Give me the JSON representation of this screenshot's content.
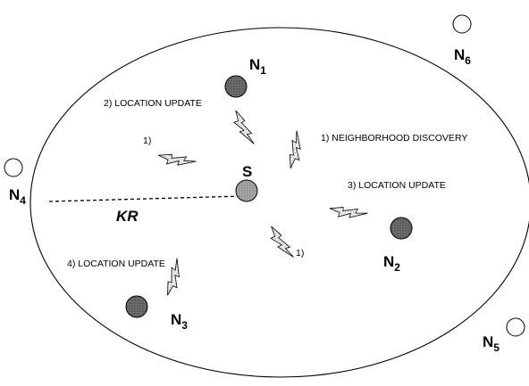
{
  "diagram": {
    "source_node": {
      "label": "S"
    },
    "nodes": [
      {
        "id": "n1",
        "label": "N",
        "sub": "1",
        "state": "inside"
      },
      {
        "id": "n2",
        "label": "N",
        "sub": "2",
        "state": "inside"
      },
      {
        "id": "n3",
        "label": "N",
        "sub": "3",
        "state": "inside"
      },
      {
        "id": "n4",
        "label": "N",
        "sub": "4",
        "state": "outside"
      },
      {
        "id": "n5",
        "label": "N",
        "sub": "5",
        "state": "outside"
      },
      {
        "id": "n6",
        "label": "N",
        "sub": "6",
        "state": "outside"
      }
    ],
    "radius_label": "KR",
    "messages": {
      "neighborhood_discovery": "1) NEIGHBORHOOD DISCOVERY",
      "discovery_left": "1)",
      "discovery_bottom": "1)",
      "update_n1": "2) LOCATION UPDATE",
      "update_n2": "3) LOCATION UPDATE",
      "update_n3": "4) LOCATION UPDATE"
    },
    "colors": {
      "inside_node_fill": "#5a5a5a",
      "outside_node_fill": "#ffffff",
      "source_fill": "#8f8f8f",
      "bolt_fill": "#d9d9d9",
      "stroke": "#000000"
    }
  }
}
